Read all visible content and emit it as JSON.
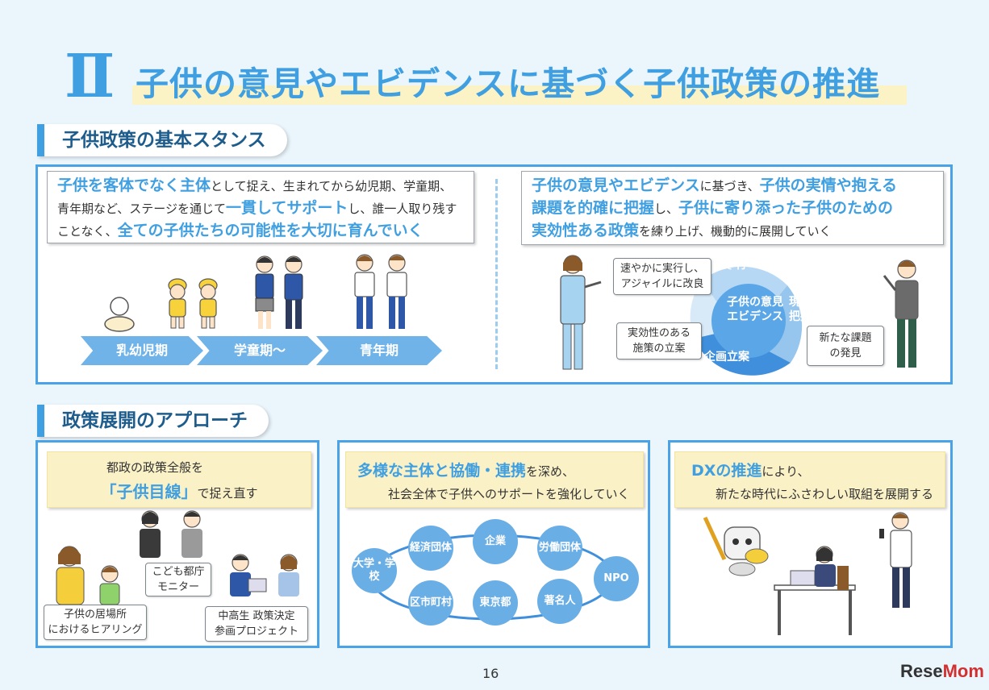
{
  "header": {
    "number": "Ⅱ",
    "title": "子供の意見やエビデンスに基づく子供政策の推進"
  },
  "section1": {
    "label": "子供政策の基本スタンス",
    "left_callout": {
      "hl1": "子供を客体でなく主体",
      "t1": "として捉え、生まれてから幼児期、学童期、",
      "t2": "青年期など、ステージを通じて",
      "hl2": "一貫してサポート",
      "t3": "し、誰一人取り残す",
      "t4": "ことなく、",
      "hl3": "全ての子供たちの可能性を大切に育んでいく"
    },
    "stages": [
      "乳幼児期",
      "学童期〜",
      "青年期"
    ],
    "right_callout": {
      "hl1": "子供の意見やエビデンス",
      "t1": "に基づき、",
      "hl2": "子供の実情や抱える",
      "hl3": "課題を的確に把握",
      "t2": "し、",
      "hl4": "子供に寄り添った子供のための",
      "hl5": "実効性ある政策",
      "t3": "を練り上げ、機動的に展開していく"
    },
    "cycle": {
      "center_line1": "子供の意見",
      "center_line2": "エビデンス",
      "seg_top": "実 行",
      "seg_right_1": "現状",
      "seg_right_2": "把握",
      "seg_bottom": "企画立案",
      "box_top_1": "速やかに実行し、",
      "box_top_2": "アジャイルに改良",
      "box_left_1": "実効性のある",
      "box_left_2": "施策の立案",
      "box_right_1": "新たな課題",
      "box_right_2": "の発見"
    }
  },
  "section2": {
    "label": "政策展開のアプローチ",
    "panel1": {
      "line1": "都政の政策全般を",
      "hl": "「子供目線」",
      "line2": "で捉え直す",
      "box1_1": "こども都庁",
      "box1_2": "モニター",
      "box2_1": "子供の居場所",
      "box2_2": "におけるヒアリング",
      "box3_1": "中高生 政策決定",
      "box3_2": "参画プロジェクト"
    },
    "panel2": {
      "hl": "多様な主体と協働・連携",
      "line1": "を深め、",
      "line2": "社会全体で子供へのサポートを強化していく",
      "orgs": [
        "大学・学校",
        "経済団体",
        "企業",
        "労働団体",
        "NPO",
        "区市町村",
        "東京都",
        "著名人"
      ]
    },
    "panel3": {
      "hl": "DXの推進",
      "line1": "により、",
      "line2": "新たな時代にふさわしい取組を展開する"
    }
  },
  "footer": {
    "page": "16",
    "logo_a": "Rese",
    "logo_b": "Mom"
  },
  "colors": {
    "accent": "#3f9fe0",
    "panel_border": "#4aa3e6",
    "yellow": "#fbf1c6"
  }
}
